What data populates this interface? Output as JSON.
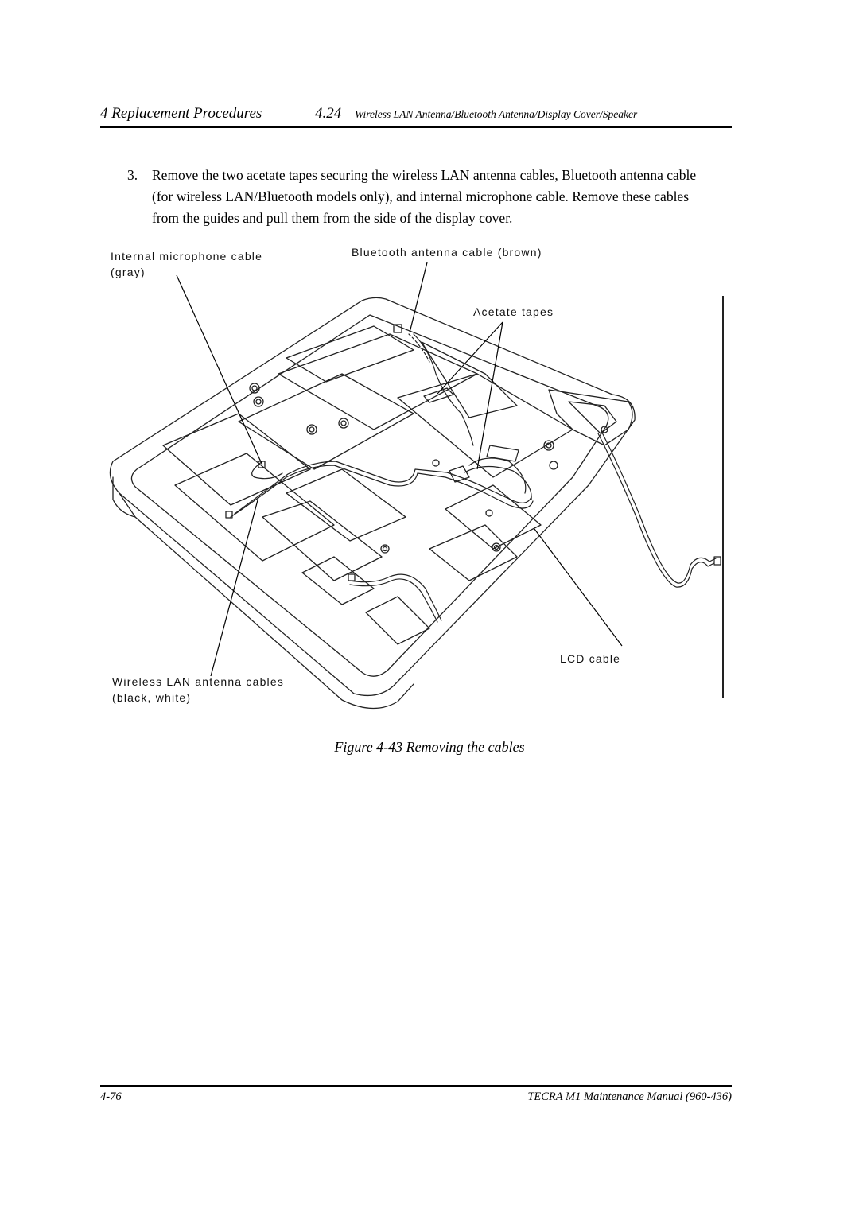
{
  "header": {
    "chapter": "4 Replacement Procedures",
    "section_number": "4.24",
    "section_title": "Wireless LAN Antenna/Bluetooth Antenna/Display Cover/Speaker"
  },
  "step": {
    "number": "3.",
    "text": "Remove the two acetate tapes securing the wireless LAN antenna cables, Bluetooth antenna cable (for wireless LAN/Bluetooth models only), and internal microphone cable. Remove these cables from the guides and pull them from the side of the display cover."
  },
  "figure": {
    "callouts": {
      "mic_line1": "Internal microphone cable",
      "mic_line2": "(gray)",
      "bluetooth": "Bluetooth antenna cable (brown)",
      "acetate": "Acetate tapes",
      "lcd": "LCD cable",
      "wlan_line1": "Wireless LAN antenna cables",
      "wlan_line2": "(black, white)"
    },
    "caption": "Figure 4-43   Removing the cables"
  },
  "footer": {
    "page_number": "4-76",
    "manual_title": "TECRA M1 Maintenance Manual (960-436)"
  }
}
